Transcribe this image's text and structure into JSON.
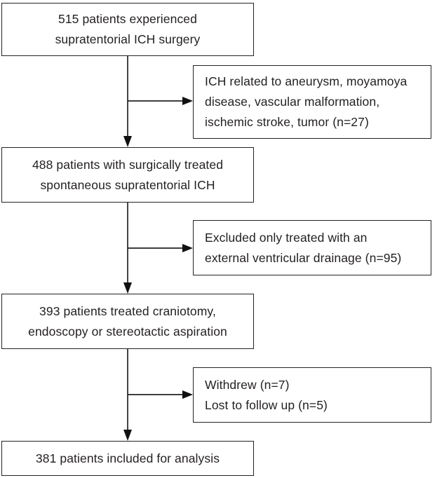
{
  "figure": {
    "type": "patient-flow-diagram",
    "background_color": "#ffffff",
    "line_color": "#232323",
    "text_color": "#231f20"
  },
  "flow": {
    "main": [
      {
        "id": "box-515",
        "lines": [
          "515 patients experienced",
          "supratentorial ICH surgery"
        ]
      },
      {
        "id": "box-488",
        "lines": [
          "488 patients with surgically treated",
          "spontaneous supratentorial ICH"
        ]
      },
      {
        "id": "box-393",
        "lines": [
          "393 patients treated craniotomy,",
          "endoscopy or stereotactic aspiration"
        ]
      },
      {
        "id": "box-381",
        "lines": [
          "381 patients included for analysis"
        ]
      }
    ],
    "exclusions": [
      {
        "id": "exclusion-1",
        "lines": [
          "ICH related to aneurysm, moyamoya",
          "disease, vascular malformation,",
          "ischemic stroke, tumor (n=27)"
        ]
      },
      {
        "id": "exclusion-2",
        "lines": [
          "Excluded only treated with an",
          "external ventricular drainage (n=95)"
        ]
      },
      {
        "id": "exclusion-3",
        "lines": [
          "Withdrew (n=7)",
          "Lost to follow up (n=5)"
        ]
      }
    ]
  }
}
